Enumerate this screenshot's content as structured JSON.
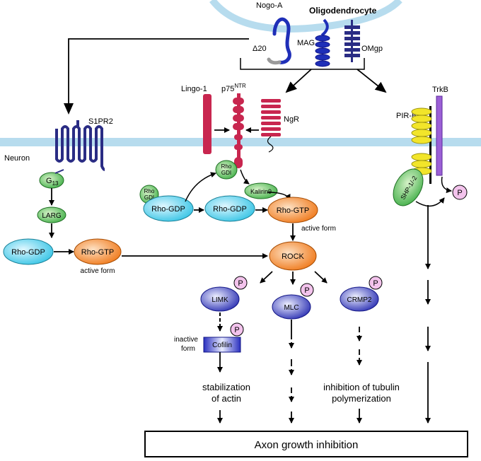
{
  "labels": {
    "nogo": "Nogo-A",
    "oligodendrocyte": "Oligodendrocyte",
    "delta20": "Δ20",
    "mag": "MAG",
    "omgp": "OMgp",
    "lingo": "Lingo-1",
    "p75": "p75",
    "p75_sup": "NTR",
    "ngr": "NgR",
    "trkb": "TrkB",
    "pirb": "PIR-B",
    "s1pr2": "S1PR2",
    "neuron": "Neuron",
    "g13": "G",
    "g13_sub": "13",
    "larg": "LARG",
    "rho_gdp": "Rho-GDP",
    "rho_gtp": "Rho-GTP",
    "active_form": "active form",
    "rho_gdi_top": "Rho",
    "rho_gdi_bot": "GDI",
    "kalirin": "Kalirin9",
    "shp": "SHP-1/-2",
    "p": "P",
    "rock": "ROCK",
    "limk": "LIMK",
    "mlc": "MLC",
    "crmp2": "CRMP2",
    "inactive_1": "inactive",
    "inactive_2": "form",
    "cofilin": "Cofilin",
    "stab_1": "stabilization",
    "stab_2": "of actin",
    "tub_1": "inhibition of tubulin",
    "tub_2": "polymerization",
    "final": "Axon growth inhibition"
  },
  "colors": {
    "membrane": "#b7dcee",
    "receptor_red": "#c8264f",
    "nogo_blue": "#1f2fb8",
    "gpcr_navy": "#2a2c84",
    "trkb_purple": "#9b5fd6",
    "pirb_yellow": "#f2e52a",
    "green": "#4fbb4f",
    "cyan": "#3ec9e6",
    "orange": "#ef7d1a",
    "navy_node": "#2b2fb3",
    "p_pink": "#f3c3ec"
  }
}
